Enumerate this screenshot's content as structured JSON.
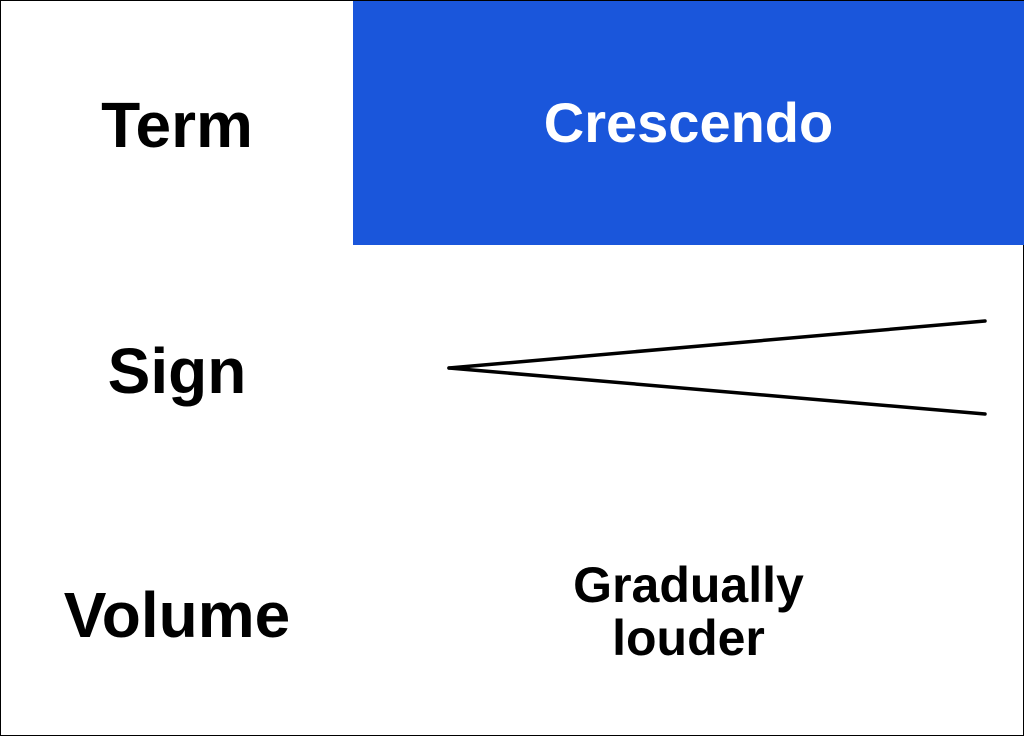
{
  "colors": {
    "accent": "#1a56db",
    "accent_text": "#ffffff",
    "text": "#000000",
    "background": "#ffffff"
  },
  "rows": {
    "term": {
      "label": "Term",
      "value": "Crescendo"
    },
    "sign": {
      "label": "Sign",
      "symbol": "crescendo-hairpin"
    },
    "volume": {
      "label": "Volume",
      "value_line1": "Gradually",
      "value_line2": "louder"
    }
  }
}
